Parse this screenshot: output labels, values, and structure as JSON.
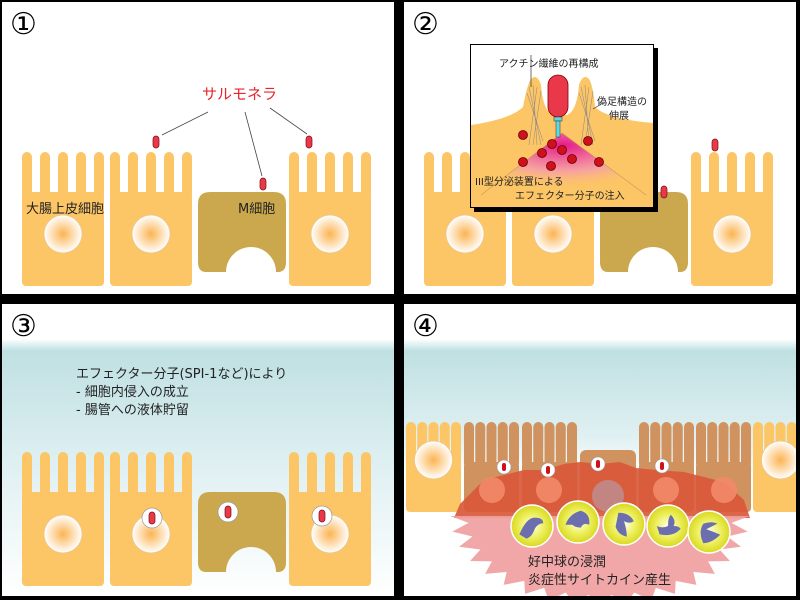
{
  "panels": [
    {
      "number": "①",
      "labels": {
        "salmonella": "サルモネラ",
        "epithelial_cell": "大腸上皮細胞",
        "m_cell": "M細胞"
      }
    },
    {
      "number": "②",
      "inset": {
        "actin": "アクチン繊維の再構成",
        "pseudopod_line1": "偽足構造の",
        "pseudopod_line2": "伸展",
        "t3ss_line1": "III型分泌装置による",
        "t3ss_line2": "エフェクター分子の注入"
      }
    },
    {
      "number": "③",
      "text": {
        "line1": "エフェクター分子(SPI-1など)により",
        "line2": "- 細胞内侵入の成立",
        "line3": "- 腸管への液体貯留"
      }
    },
    {
      "number": "④",
      "text": {
        "line1": "好中球の浸潤",
        "line2": "炎症性サイトカイン産生"
      }
    }
  ],
  "colors": {
    "epithelial": "#fcc566",
    "m_cell": "#cba84d",
    "bacterium": "#e8384a",
    "salmonella_label": "#e8262c",
    "lumen_fluid": "#bfe0e2",
    "inflamed_cell": "#d0925e",
    "inflammation": "#d9593a",
    "inflammation_outer": "#f0a0a0",
    "neutrophil": "#e8ee40",
    "neutrophil_nucleus": "#6b6fb0"
  }
}
